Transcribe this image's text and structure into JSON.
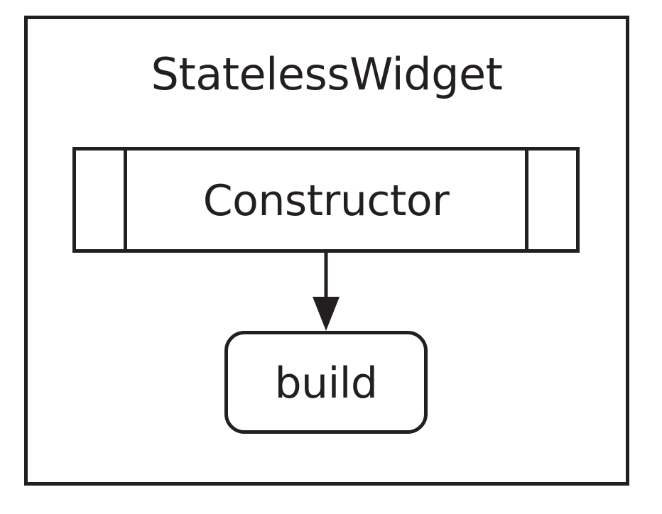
{
  "diagram": {
    "title": "StatelessWidget",
    "nodes": {
      "constructor": "Constructor",
      "build": "build"
    },
    "edges": [
      {
        "from": "Constructor",
        "to": "build"
      }
    ],
    "colors": {
      "stroke": "#231f20",
      "background": "#ffffff"
    }
  }
}
